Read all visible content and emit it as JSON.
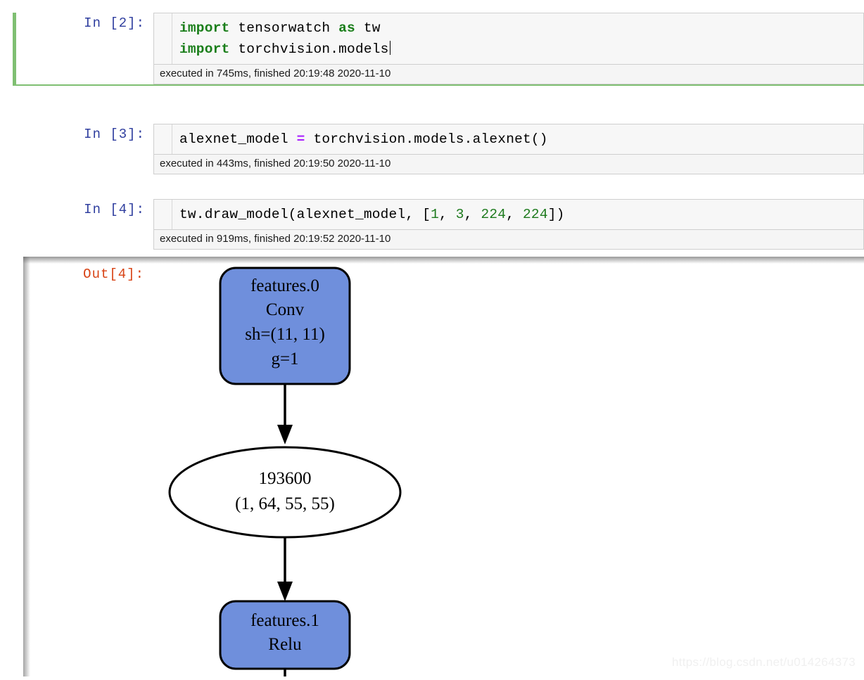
{
  "notebook": {
    "cells": [
      {
        "prompt": "In [2]:",
        "prompt_kind": "in",
        "selected": true,
        "code_lines": [
          [
            {
              "t": "import",
              "c": "kw"
            },
            {
              "t": " tensorwatch ",
              "c": ""
            },
            {
              "t": "as",
              "c": "kw"
            },
            {
              "t": " tw",
              "c": ""
            }
          ],
          [
            {
              "t": "import",
              "c": "kw"
            },
            {
              "t": " torchvision.models",
              "c": ""
            }
          ]
        ],
        "code_plain": "import tensorwatch as tw\nimport torchvision.models",
        "caret": true,
        "exec_footer": "executed in 745ms, finished 20:19:48 2020-11-10"
      },
      {
        "prompt": "In [3]:",
        "prompt_kind": "in",
        "selected": false,
        "code_lines": [
          [
            {
              "t": "alexnet_model ",
              "c": ""
            },
            {
              "t": "=",
              "c": "op"
            },
            {
              "t": " torchvision.models.alexnet()",
              "c": ""
            }
          ]
        ],
        "code_plain": "alexnet_model = torchvision.models.alexnet()",
        "caret": false,
        "exec_footer": "executed in 443ms, finished 20:19:50 2020-11-10"
      },
      {
        "prompt": "In [4]:",
        "prompt_kind": "in",
        "selected": false,
        "code_lines": [
          [
            {
              "t": "tw.draw_model(alexnet_model, [",
              "c": ""
            },
            {
              "t": "1",
              "c": "num"
            },
            {
              "t": ", ",
              "c": ""
            },
            {
              "t": "3",
              "c": "num"
            },
            {
              "t": ", ",
              "c": ""
            },
            {
              "t": "224",
              "c": "num"
            },
            {
              "t": ", ",
              "c": ""
            },
            {
              "t": "224",
              "c": "num"
            },
            {
              "t": "])",
              "c": ""
            }
          ]
        ],
        "code_plain": "tw.draw_model(alexnet_model, [1, 3, 224, 224])",
        "caret": false,
        "exec_footer": "executed in 919ms, finished 20:19:52 2020-11-10"
      }
    ],
    "output": {
      "prompt": "Out[4]:",
      "prompt_kind": "out"
    }
  },
  "graph": {
    "type": "flow-diagram",
    "node_fill": "#6f8fdc",
    "node_stroke": "#000000",
    "edge_color": "#000000",
    "nodes": [
      {
        "id": "features0",
        "shape": "rounded-rect",
        "lines": [
          "features.0",
          "Conv",
          "sh=(11, 11)",
          "g=1"
        ]
      },
      {
        "id": "tensor1",
        "shape": "ellipse",
        "lines": [
          "193600",
          "(1, 64, 55, 55)"
        ]
      },
      {
        "id": "features1",
        "shape": "rounded-rect",
        "lines": [
          "features.1",
          "Relu"
        ]
      }
    ],
    "edges": [
      {
        "from": "features0",
        "to": "tensor1"
      },
      {
        "from": "tensor1",
        "to": "features1"
      },
      {
        "from": "features1",
        "to": "(offscreen)"
      }
    ]
  },
  "watermark": {
    "text": "https://blog.csdn.net/u014264373"
  }
}
